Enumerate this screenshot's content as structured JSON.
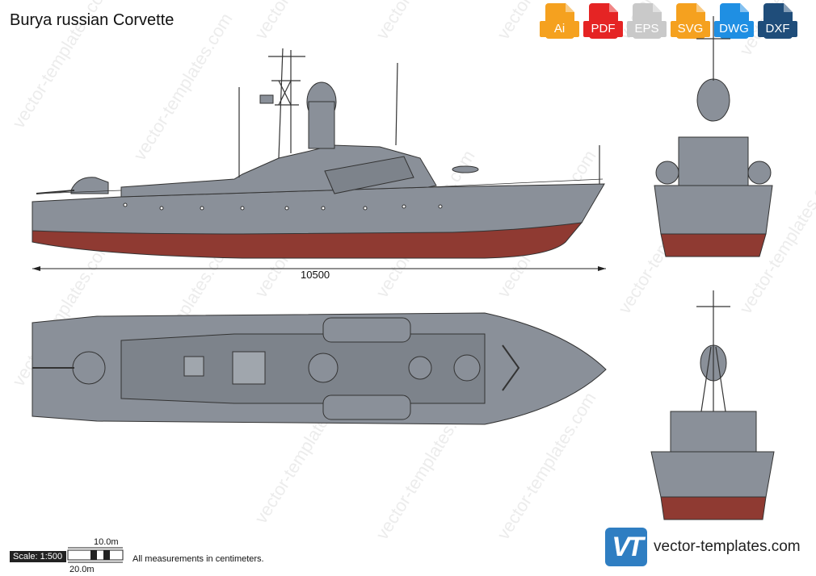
{
  "title": "Burya russian Corvette",
  "formats": [
    {
      "label": "Ai",
      "color": "#f5a11f"
    },
    {
      "label": "PDF",
      "color": "#e52424"
    },
    {
      "label": "EPS",
      "color": "#c9c9c9"
    },
    {
      "label": "SVG",
      "color": "#f5a11f"
    },
    {
      "label": "DWG",
      "color": "#1f8fe3"
    },
    {
      "label": "DXF",
      "color": "#1f4d7a"
    }
  ],
  "watermark": "vector-templates.com",
  "dimension_label": "10500",
  "scale": {
    "label": "Scale: 1:500",
    "ten": "10.0m",
    "twenty": "20.0m"
  },
  "note": "All measurements in centimeters.",
  "brand": {
    "mark": "VT",
    "text": "vector-templates.com",
    "color": "#2f7ec2"
  },
  "colors": {
    "hull": "#8a9099",
    "hull_dark": "#5c636b",
    "waterline": "#8f3a32",
    "deck": "#7d838b"
  }
}
